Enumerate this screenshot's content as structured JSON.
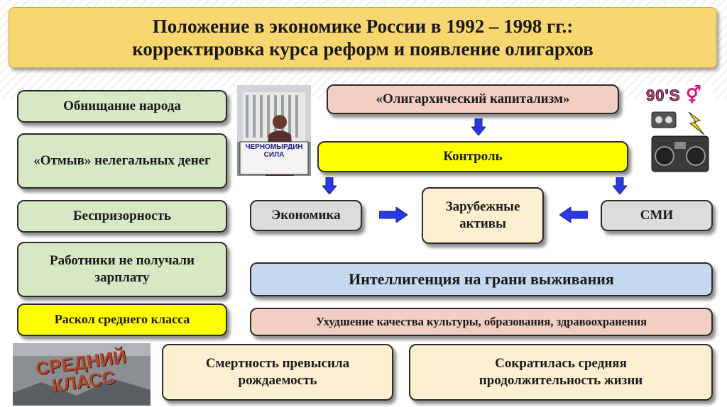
{
  "title": {
    "line1": "Положение в экономике России в 1992 – 1998 гг.:",
    "line2": "корректировка курса реформ и появление олигархов"
  },
  "left_column": [
    "Обнищание народа",
    "«Отмыв» нелегальных денег",
    "Беспризорность",
    "Работники не получали зарплату",
    "Раскол среднего класса"
  ],
  "center": {
    "oligarch_capitalism": "«Олигархический капитализм»",
    "control": "Контроль",
    "economy": "Экономика",
    "foreign_assets": "Зарубежные активы",
    "media": "СМИ",
    "intelligentsia": "Интеллигенция на грани выживания",
    "decline": "Ухудшение качества культуры, образования, здравоохранения"
  },
  "bottom": {
    "mortality": "Смертность превысила рождаемость",
    "life_expectancy": "Сократилась средняя продолжительность жизни"
  },
  "photos": {
    "protest_sign": "ЧЕРНОМЫРДИН СИЛА",
    "nineties_logo": "90'S",
    "ruins_text": "СРЕДНИЙ КЛАСС"
  },
  "colors": {
    "title_bg": "#f9d66f",
    "green": "#d7e8c4",
    "yellow": "#fffe00",
    "salmon": "#f2cfc0",
    "grey": "#dcdcdc",
    "cream": "#fdf0d0",
    "blue": "#c5daf0",
    "arrow": "#2a3ae0"
  }
}
